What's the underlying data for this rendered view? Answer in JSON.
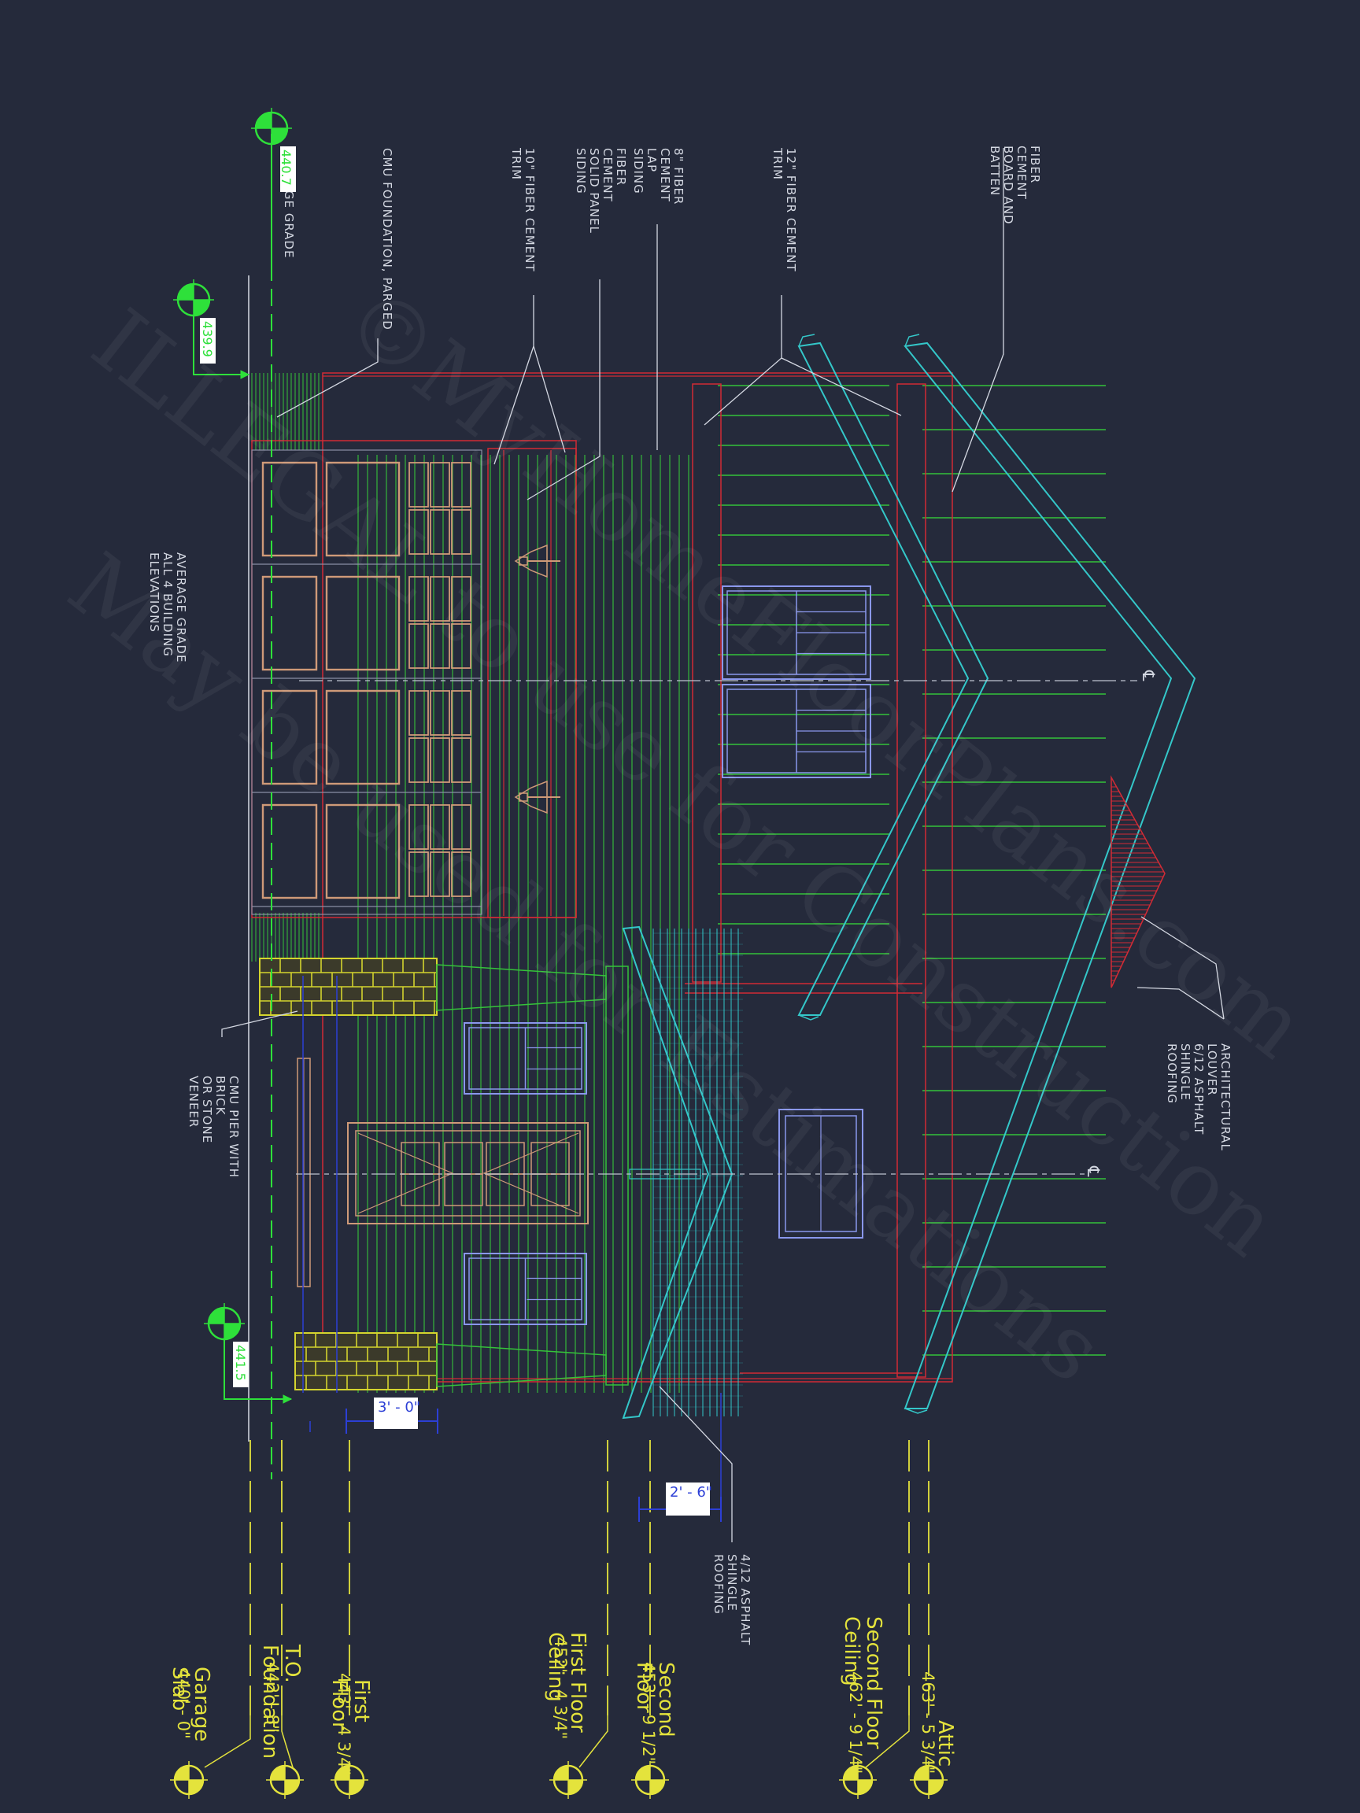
{
  "notes": {
    "fiber_board_batten": [
      "FIBER",
      "CEMENT",
      "BOARD AND",
      "BATTEN"
    ],
    "fiber_trim_12": [
      "12\" FIBER CEMENT",
      "TRIM"
    ],
    "fiber_siding_8": [
      "8\" FIBER",
      "CEMENT",
      "LAP",
      "SIDING"
    ],
    "fiber_panel_siding": [
      "FIBER",
      "CEMENT",
      "SOLID PANEL",
      "SIDING"
    ],
    "fiber_trim_10": [
      "10\" FIBER CEMENT",
      "TRIM"
    ],
    "cmu_foundation": "CMU FOUNDATION, PARGED",
    "average_grade_label": "AVERAGE GRADE",
    "average_grade_note": [
      "AVERAGE GRADE",
      "ALL 4 BUILDING",
      "ELEVATIONS"
    ],
    "cmu_pier": [
      "CMU PIER WITH",
      "BRICK",
      "OR STONE",
      "VENEER"
    ],
    "louver_roofing": [
      "ARCHITECTURAL",
      "LOUVER",
      "6/12 ASPHALT",
      "SHINGLE",
      "ROOFING"
    ],
    "porch_roofing": [
      "4/12 ASPHALT",
      "SHINGLE",
      "ROOFING"
    ]
  },
  "grades": {
    "average": "440.7",
    "left": "439.9",
    "right": "441.5"
  },
  "dimensions": {
    "pier_gap": "3' - 0\"",
    "roof_gap": "2' - 6\""
  },
  "levels": [
    {
      "name": [
        "Garage",
        "Slab"
      ],
      "value": "440' - 0\""
    },
    {
      "name": [
        "T.O.",
        "Foundation"
      ],
      "value": "442' - 8\""
    },
    {
      "name": [
        "First",
        "Floor"
      ],
      "value": "443' - 4 3/4\""
    },
    {
      "name": [
        "First Floor",
        "Ceiling"
      ],
      "value": "452' - 4 3/4\""
    },
    {
      "name": [
        "Second",
        "Floor"
      ],
      "value": "453' - 9 1/2\""
    },
    {
      "name": [
        "Second Floor",
        "Ceiling"
      ],
      "value": "462' - 9 1/4\""
    },
    {
      "name": [
        "Attic"
      ],
      "value": "463' - 5 3/4\""
    }
  ],
  "centerline_symbol": "℄",
  "watermark": [
    "©MyHomeFloorPlans.com",
    "ILLEGAL to use for Construction",
    "May be used for Estimations"
  ],
  "colors": {
    "background": "#252a3b",
    "siding": "#35c23a",
    "trim": "#d22b35",
    "roof": "#34c7c9",
    "window": "#8a97ec",
    "garage_door": "#cf9a78",
    "stone": "#d4d42e",
    "level": "#e4e33c",
    "grade": "#2ee03a",
    "annotation": "#d4d8e2",
    "dimension": "#2c3fd6"
  }
}
